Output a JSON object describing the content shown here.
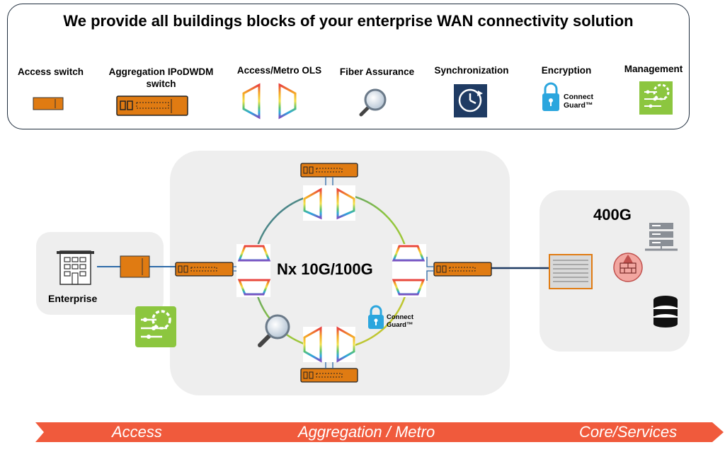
{
  "title": "We provide all buildings blocks of your enterprise WAN connectivity solution",
  "legend": [
    {
      "label": "Access switch",
      "icon": "access-switch-icon"
    },
    {
      "label": "Aggregation IPoDWDM switch",
      "icon": "aggregation-switch-icon"
    },
    {
      "label": "Access/Metro OLS",
      "icon": "ols-icon"
    },
    {
      "label": "Fiber Assurance",
      "icon": "magnifier-icon"
    },
    {
      "label": "Synchronization",
      "icon": "clock-sync-icon"
    },
    {
      "label": "Encryption",
      "icon": "padlock-icon"
    },
    {
      "label": "Management",
      "icon": "gear-sliders-icon"
    }
  ],
  "connect_guard": {
    "line1": "Connect",
    "line2": "Guard™"
  },
  "enterprise_label": "Enterprise",
  "ring_label": "Nx 10G/100G",
  "core_label": "400G",
  "stages": [
    "Access",
    "Aggregation / Metro",
    "Core/Services"
  ],
  "colors": {
    "orange": "#e07b12",
    "green": "#8cc63f",
    "navy": "#1f3b63",
    "arrow": "#f05a3c",
    "panel": "#eeeeee"
  }
}
